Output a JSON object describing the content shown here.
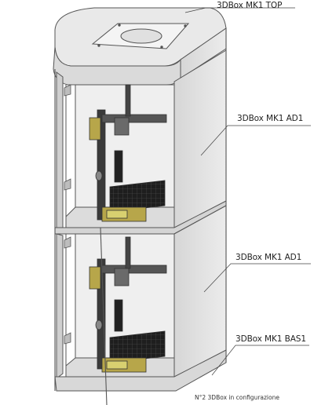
{
  "labels": {
    "top": "3DBox MK1 TOP",
    "ad1_upper": "3DBox MK1 AD1",
    "ad1_lower": "3DBox MK1 AD1",
    "base": "3DBox MK1 BAS1"
  },
  "note": "N°2 3DBox in configurazione",
  "colors": {
    "panel": "#e6e6e6",
    "panel_dark": "#c9c9c9",
    "frame": "#555555",
    "lcd": "#d8d070",
    "bed": "#1e1e1e"
  }
}
